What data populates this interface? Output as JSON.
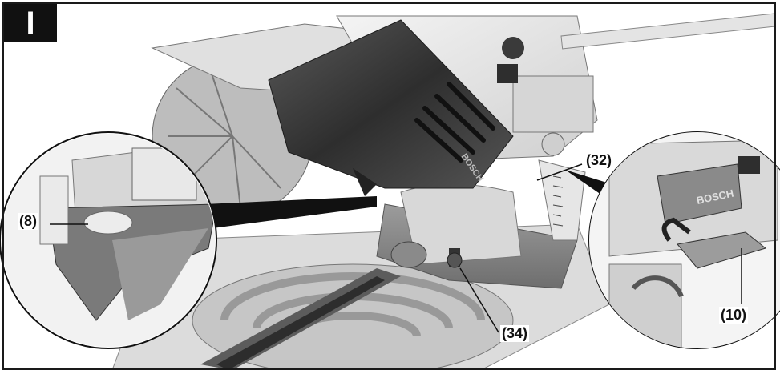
{
  "figure": {
    "label": "I"
  },
  "callouts": {
    "c8": "(8)",
    "c32": "(32)",
    "c34": "(34)",
    "c10": "(10)"
  },
  "icons": {
    "brand_mark": "BOSCH",
    "brand_mark_inset": "BOSCH"
  },
  "colors": {
    "ink": "#111111",
    "shade_dark": "#3a3a3a",
    "shade_mid": "#8a8a8a",
    "shade_light": "#c8c8c8",
    "highlight": "#eeeeee"
  }
}
